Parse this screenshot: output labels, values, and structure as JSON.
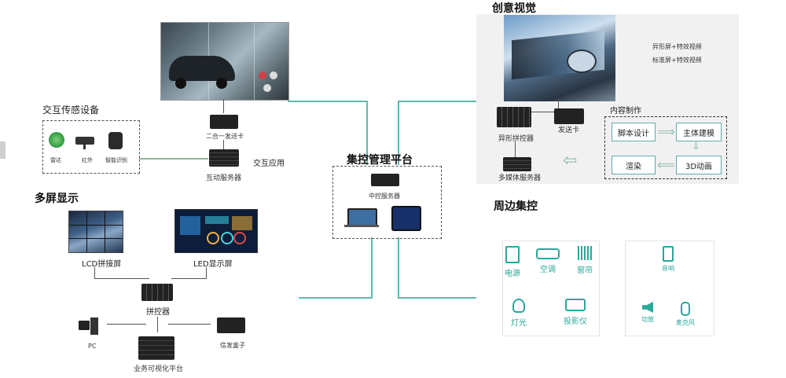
{
  "central": {
    "title": "集控管理平台",
    "server": "中控服务器"
  },
  "interactive": {
    "title": "交互传感设备",
    "sensors": [
      "雷达",
      "红外",
      "智能识别"
    ],
    "sender": "二合一发送卡",
    "app": "交互应用",
    "server": "互动服务器"
  },
  "multiscreen": {
    "title": "多屏显示",
    "lcd": "LCD拼接屏",
    "led": "LED显示屏",
    "controller": "拼控器",
    "pc": "PC",
    "platform": "业务可视化平台",
    "box": "信发盒子"
  },
  "creative": {
    "title": "创意视觉",
    "line1": "异形屏+特效视频",
    "line2": "标准屏+特效视频",
    "controller": "异形拼控器",
    "sender": "发送卡",
    "media_server": "多媒体服务器",
    "content_title": "内容制作",
    "steps": [
      "脚本设计",
      "主体建模",
      "渲染",
      "3D动画"
    ]
  },
  "peripheral": {
    "title": "周边集控",
    "items": [
      "电源",
      "空调",
      "窗帘",
      "灯光",
      "投影仪"
    ],
    "audio": [
      "音响",
      "功放",
      "麦克风"
    ]
  },
  "colors": {
    "accent": "#2aa79a",
    "line": "#5fb8ad"
  }
}
